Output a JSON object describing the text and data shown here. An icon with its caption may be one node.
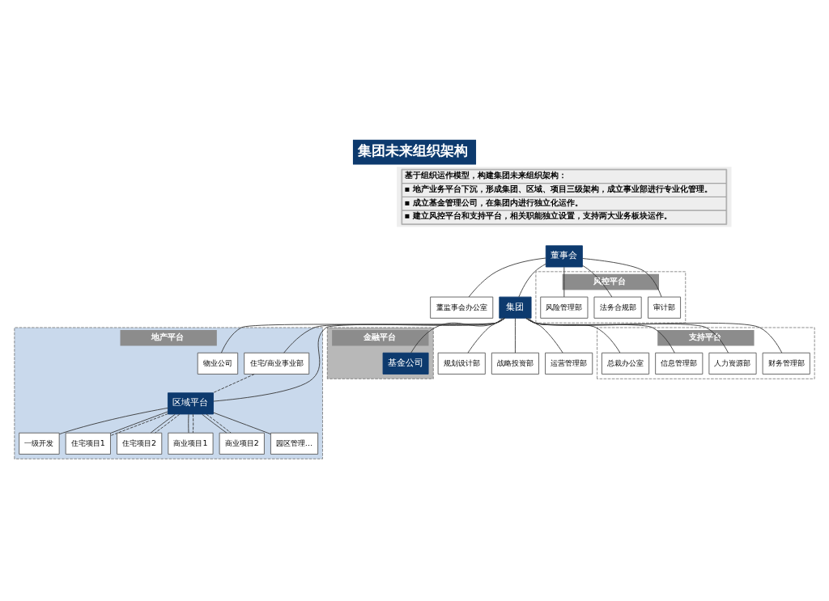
{
  "diagram": {
    "title": "集团未来组织架构",
    "nodes": [
      {
        "text": [
          "董事会"
        ]
      },
      {
        "text": [
          "董监事会办公室"
        ]
      },
      {
        "text": [
          "集团"
        ]
      },
      {
        "text": [
          "风控平台"
        ]
      },
      {
        "text": [
          "审计部"
        ],
        "in": 3
      },
      {
        "text": [
          "法务合规部"
        ],
        "in": 3
      },
      {
        "text": [
          "风险管理部"
        ],
        "in": 3
      },
      {
        "text": [
          "地产平台"
        ]
      },
      {
        "text": [
          "住宅/商业事业部"
        ],
        "in": 7
      },
      {
        "text": [
          "物业公司"
        ],
        "in": 7
      },
      {
        "text": [
          "区域平台"
        ],
        "in": 7
      },
      {
        "text": [
          "一级开发"
        ],
        "in": 7
      },
      {
        "text": [
          "住宅项目1"
        ],
        "in": 7
      },
      {
        "text": [
          "住宅项目2"
        ],
        "in": 7
      },
      {
        "text": [
          "商业项目1"
        ],
        "in": 7
      },
      {
        "text": [
          "商业项目2"
        ],
        "in": 7
      },
      {
        "text": [
          "园区管理…"
        ],
        "in": 7
      },
      {
        "text": [
          "金融平台"
        ]
      },
      {
        "text": [
          "规划设计部"
        ]
      },
      {
        "text": [
          "战略投资部"
        ]
      },
      {
        "text": [
          "运营管理部"
        ]
      },
      {
        "text": [
          "基金公司"
        ],
        "in": 17
      },
      {
        "text": [
          "支持平台"
        ]
      },
      {
        "text": [
          "财务管理部"
        ],
        "in": 22
      },
      {
        "text": [
          "人力资源部"
        ],
        "in": 22
      },
      {
        "text": [
          "信息管理部"
        ],
        "in": 22
      },
      {
        "text": [
          "总裁办公室"
        ],
        "in": 22
      }
    ],
    "edges": [
      {
        "from": 0,
        "to": 2,
        "arrow": "none"
      },
      {
        "from": 0,
        "to": 1,
        "arrow": "none"
      },
      {
        "from": 0,
        "to": 4,
        "arrow": "none"
      },
      {
        "from": 0,
        "to": 5,
        "arrow": "none"
      },
      {
        "from": 0,
        "to": 6,
        "arrow": "none"
      },
      {
        "from": 2,
        "to": 8,
        "arrow": "none"
      },
      {
        "from": 2,
        "to": 10,
        "arrow": "none"
      },
      {
        "from": 2,
        "to": 9,
        "arrow": "none"
      },
      {
        "from": 8,
        "to": 10,
        "arrow": "none",
        "style": "dashed"
      },
      {
        "from": 10,
        "to": 11,
        "arrow": "none"
      },
      {
        "from": 10,
        "to": 12,
        "arrow": "none"
      },
      {
        "from": 10,
        "to": 13,
        "arrow": "none"
      },
      {
        "from": 10,
        "to": 14,
        "arrow": "none"
      },
      {
        "from": 10,
        "to": 15,
        "arrow": "none"
      },
      {
        "from": 10,
        "to": 16,
        "arrow": "none"
      },
      {
        "from": 10,
        "to": 12,
        "arrow": "none",
        "style": "dashed"
      },
      {
        "from": 10,
        "to": 13,
        "arrow": "none",
        "style": "dashed"
      },
      {
        "from": 10,
        "to": 14,
        "arrow": "none",
        "style": "dashed"
      },
      {
        "from": 10,
        "to": 15,
        "arrow": "none",
        "style": "dashed"
      },
      {
        "from": 2,
        "to": 18,
        "arrow": "none"
      },
      {
        "from": 2,
        "to": 19,
        "arrow": "none"
      },
      {
        "from": 2,
        "to": 20,
        "arrow": "none"
      },
      {
        "from": 2,
        "to": 21,
        "arrow": "none"
      },
      {
        "from": 2,
        "to": 23,
        "arrow": "none"
      },
      {
        "from": 2,
        "to": 24,
        "arrow": "none"
      },
      {
        "from": 2,
        "to": 25,
        "arrow": "none"
      },
      {
        "from": 2,
        "to": 26,
        "arrow": "none"
      }
    ],
    "labels": [
      "基于组织运作模型，构建集团未来组织架构：",
      "▪ 地产业务平台下沉，形成集团、区域、项目三级架构，成立事业部进行专业化管理。",
      "▪ 成立基金管理公司，在集团内进行独立化运作。",
      "▪ 建立风控平台和支持平台，相关职能独立设置，支持两大业务板块运作。"
    ]
  }
}
